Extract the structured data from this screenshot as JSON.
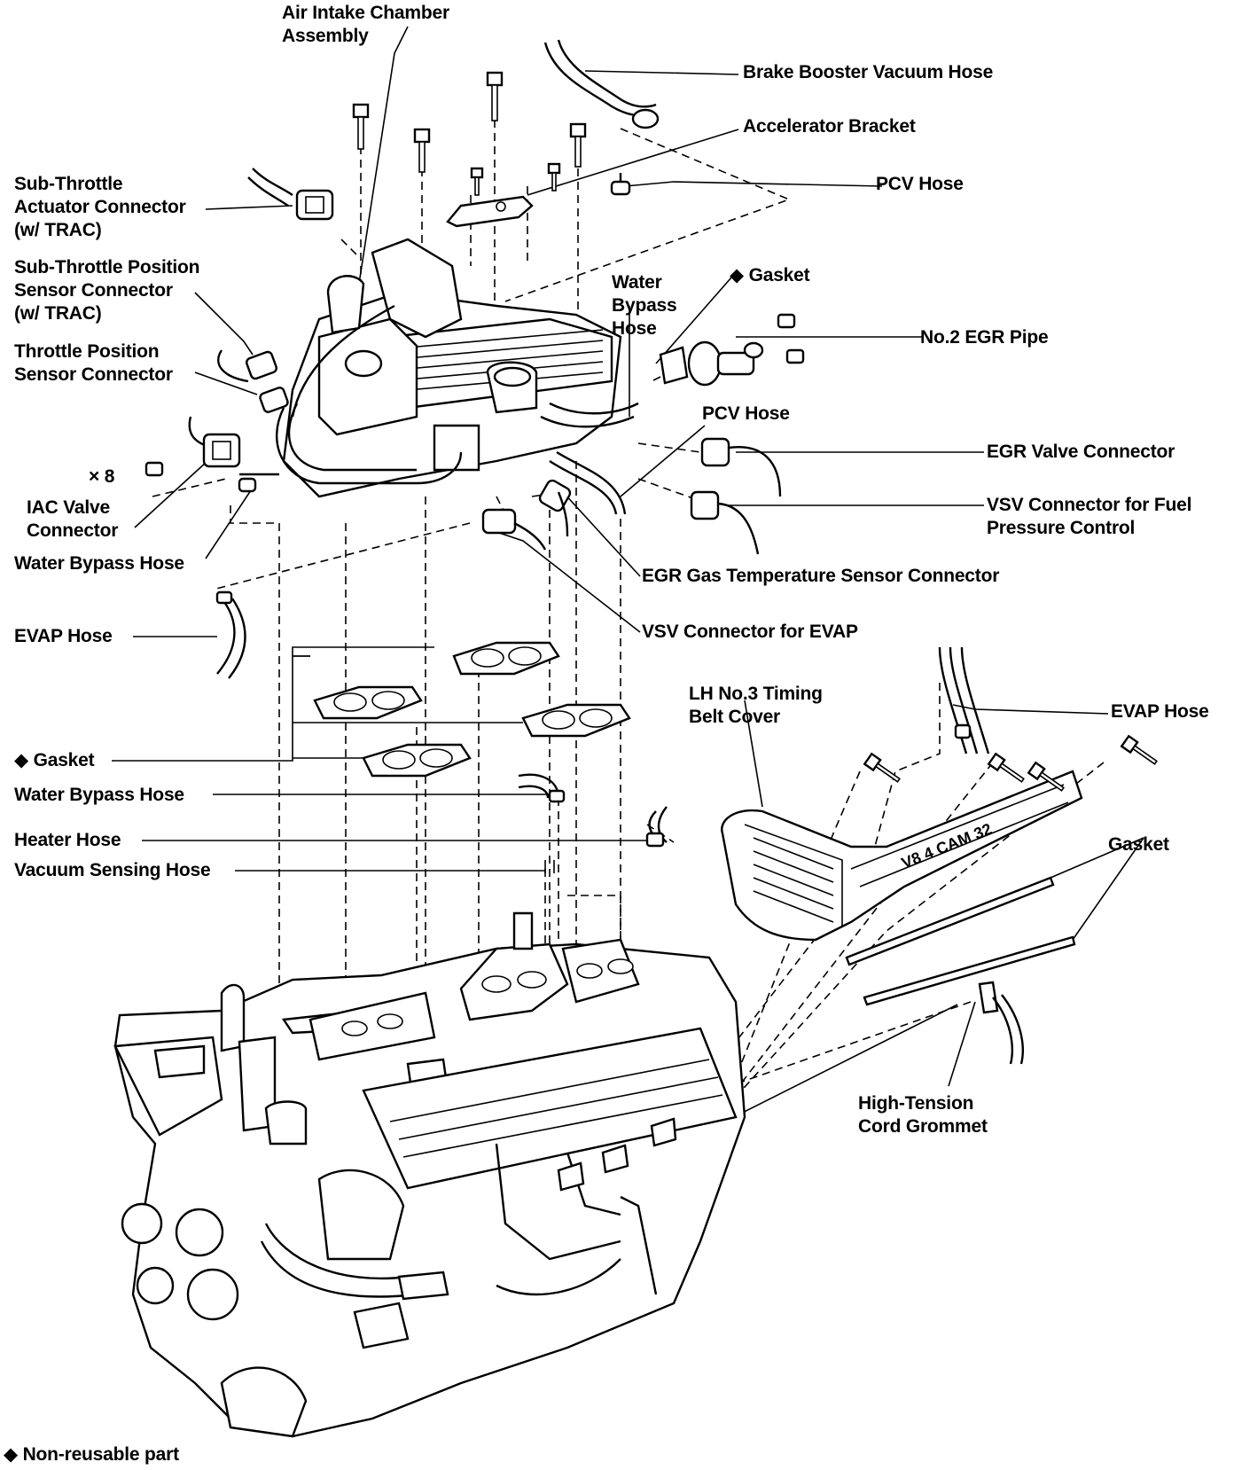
{
  "labels": {
    "air_intake_chamber": "Air Intake Chamber\nAssembly",
    "brake_booster_hose": "Brake Booster Vacuum Hose",
    "accelerator_bracket": "Accelerator Bracket",
    "pcv_hose_top": "PCV Hose",
    "sub_throttle_actuator": "Sub-Throttle\nActuator Connector\n(w/ TRAC)",
    "sub_throttle_position": "Sub-Throttle Position\nSensor Connector\n(w/ TRAC)",
    "throttle_position": "Throttle Position\nSensor Connector",
    "times_8": "× 8",
    "iac_valve": "IAC Valve\nConnector",
    "water_bypass_left": "Water Bypass Hose",
    "evap_hose_left": "EVAP Hose",
    "water_bypass_top": "Water\nBypass\nHose",
    "gasket_top": "◆ Gasket",
    "no2_egr_pipe": "No.2 EGR Pipe",
    "pcv_hose_mid": "PCV Hose",
    "egr_valve_connector": "EGR Valve Connector",
    "vsv_fuel_pressure": "VSV Connector for Fuel\nPressure Control",
    "egr_gas_temp": "EGR Gas Temperature Sensor Connector",
    "vsv_evap": "VSV Connector for EVAP",
    "lh_timing_belt": "LH No.3 Timing\nBelt Cover",
    "evap_hose_right": "EVAP Hose",
    "gasket_left": "◆ Gasket",
    "water_bypass_lower": "Water Bypass Hose",
    "heater_hose": "Heater Hose",
    "vacuum_sensing": "Vacuum Sensing Hose",
    "gasket_right": "Gasket",
    "high_tension": "High-Tension\nCord Grommet",
    "legend_non_reusable": "◆ Non-reusable part"
  },
  "cover_text": "V8 4 CAM 32"
}
